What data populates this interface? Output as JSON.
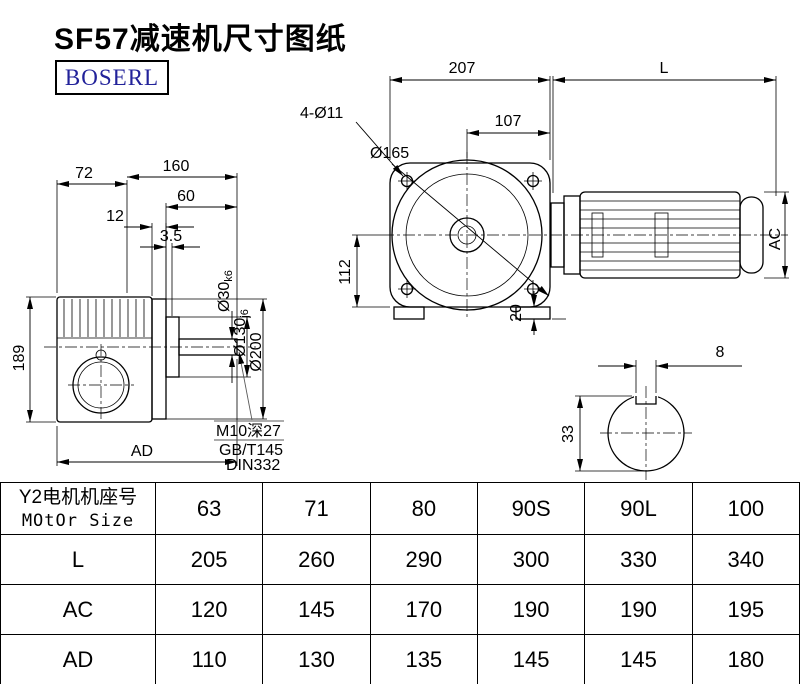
{
  "title": "SF57减速机尺寸图纸",
  "brand": "BOSERL",
  "dims": {
    "left": {
      "w72": "72",
      "w160": "160",
      "w60": "60",
      "w12": "12",
      "w35": "3.5",
      "h189": "189",
      "ad": "AD",
      "shaft_dia": "Ø30",
      "shaft_tol": "k6",
      "spigot_dia": "Ø130",
      "spigot_tol": "j6",
      "flange_dia": "Ø200",
      "tap_note": "M10深27",
      "std1": "GB/T145",
      "std2": "DIN332"
    },
    "right": {
      "w207": "207",
      "len": "L",
      "bolts": "4-Ø11",
      "w107": "107",
      "dia165": "Ø165",
      "h112": "112",
      "h20": "20",
      "ac": "AC"
    },
    "section": {
      "key_w": "8",
      "h33": "33"
    }
  },
  "table": {
    "motor_label_cn": "Y2电机机座号",
    "motor_label_en": "MOtOr Size",
    "sizes": [
      "63",
      "71",
      "80",
      "90S",
      "90L",
      "100"
    ],
    "rows": [
      {
        "label": "L",
        "values": [
          "205",
          "260",
          "290",
          "300",
          "330",
          "340"
        ]
      },
      {
        "label": "AC",
        "values": [
          "120",
          "145",
          "170",
          "190",
          "190",
          "195"
        ]
      },
      {
        "label": "AD",
        "values": [
          "110",
          "130",
          "135",
          "145",
          "145",
          "180"
        ]
      }
    ]
  }
}
